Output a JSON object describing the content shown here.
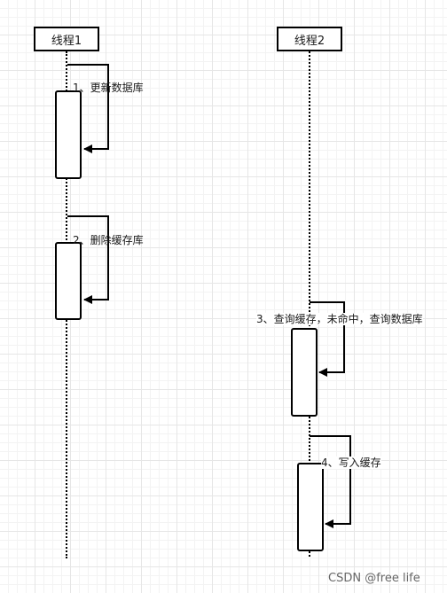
{
  "participants": [
    {
      "name": "线程1"
    },
    {
      "name": "线程2"
    }
  ],
  "messages": [
    {
      "label": "1、更新数据库"
    },
    {
      "label": "2、删除缓存库"
    },
    {
      "label": "3、查询缓存，未命中，查询数据库"
    },
    {
      "label": "4、写入缓存"
    }
  ],
  "watermark": "CSDN @free   life"
}
